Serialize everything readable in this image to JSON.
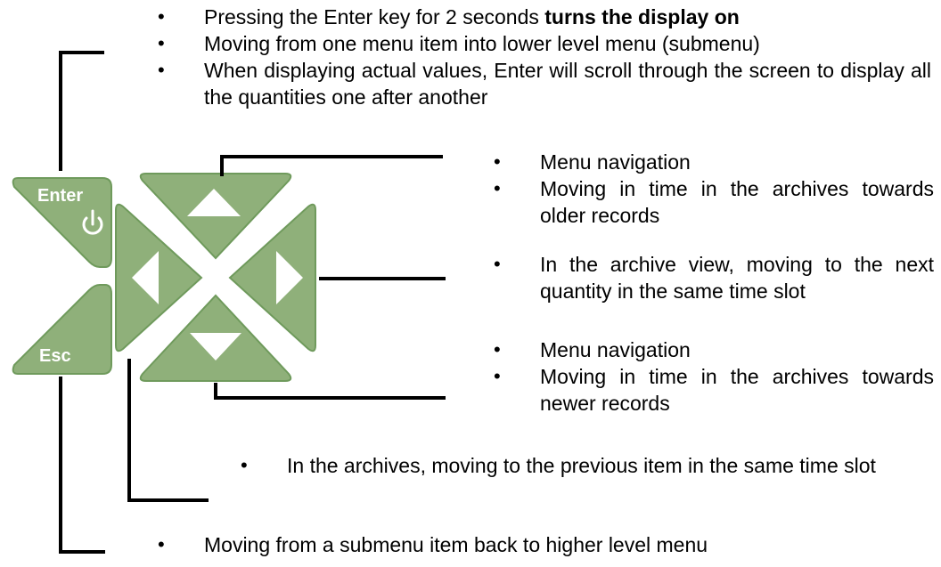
{
  "keys": {
    "enter_label": "Enter",
    "esc_label": "Esc",
    "power_icon": "power-icon",
    "up_icon": "triangle-up-icon",
    "down_icon": "triangle-down-icon",
    "left_icon": "triangle-left-icon",
    "right_icon": "triangle-right-icon",
    "key_fill": "#8fb07a",
    "key_edge": "#6f9a5c",
    "symbol_color": "#ffffff"
  },
  "enter_notes": {
    "item1_prefix": "Pressing the Enter key for 2 seconds ",
    "item1_bold": "turns the display on",
    "item2": "Moving from one menu item into lower level menu (submenu)",
    "item3": "When displaying actual values, Enter will scroll through the screen to display all the quantities one after another"
  },
  "up_notes": {
    "item1": "Menu navigation",
    "item2": "Moving in time in the archives towards older records"
  },
  "right_notes": {
    "item1": "In the archive view, moving to the next quantity in the same time slot"
  },
  "down_notes": {
    "item1": "Menu navigation",
    "item2": "Moving in time in the archives towards newer records"
  },
  "left_notes": {
    "item1": "In the archives, moving to the previous item in the same time slot"
  },
  "esc_notes": {
    "item1": "Moving from a submenu item back to higher level menu"
  }
}
